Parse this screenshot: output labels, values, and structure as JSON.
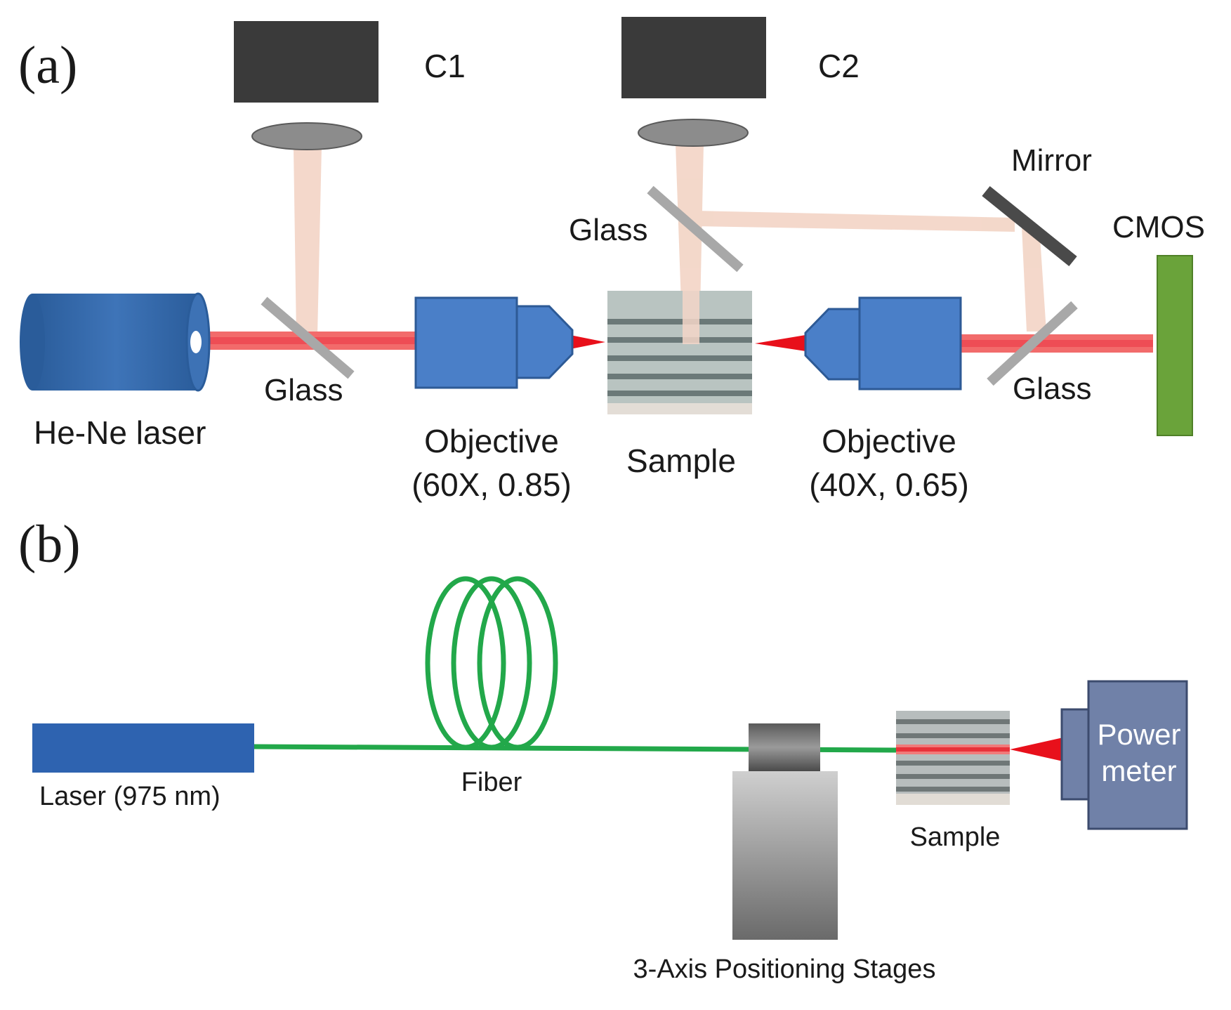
{
  "panel_a": {
    "label": "(a)",
    "camera_1": "C1",
    "camera_2": "C2",
    "mirror": "Mirror",
    "cmos": "CMOS",
    "laser": "He-Ne laser",
    "glass_left": "Glass",
    "glass_top": "Glass",
    "glass_right": "Glass",
    "objective_left": {
      "line1": "Objective",
      "line2": "(60X, 0.85)"
    },
    "objective_right": {
      "line1": "Objective",
      "line2": "(40X, 0.65)"
    },
    "sample": "Sample"
  },
  "panel_b": {
    "label": "(b)",
    "laser": "Laser (975 nm)",
    "fiber": "Fiber",
    "stages": "3-Axis Positioning Stages",
    "sample": "Sample",
    "power_meter": {
      "line1": "Power",
      "line2": "meter"
    }
  },
  "colors": {
    "camera": "#3a3a3a",
    "lens": "#8c8c8c",
    "imaging_beam": "#f3d6c8",
    "laser_beam": "#f26b6b",
    "laser_focus": "#e8101b",
    "glass_plate": "#a8a8a8",
    "mirror": "#4a4a4a",
    "blue_component": "#4a7fc8",
    "blue_outline": "#2d5a96",
    "cmos": "#6aa33a",
    "fiber": "#22a84a",
    "laser_975": "#2e63b0",
    "power_meter": "#7081a8"
  }
}
